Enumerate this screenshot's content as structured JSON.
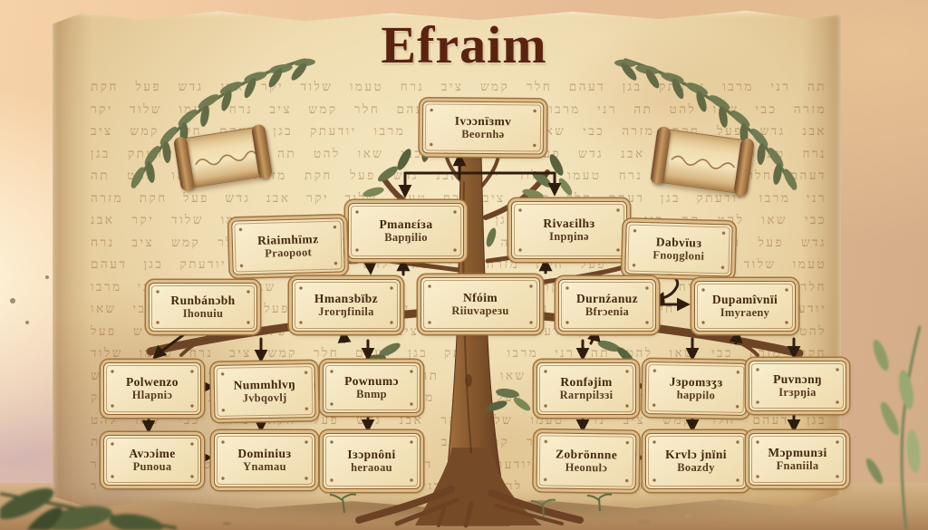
{
  "title": "Efraim",
  "background": {
    "script_sample": "תה רני מרבו יודעתק בגן דעהם חלר קמש ציב נרח טעמו שלוד יקר אבנ גדש פעל חקת מזרה כבי שאו להט"
  },
  "colors": {
    "parchment": "#eed9ac",
    "ink": "#43270e",
    "frame": "#a0733c",
    "leaf": "#68744a",
    "arrow": "#2e1d0e",
    "title_ink": "#5a2310"
  },
  "boxes": [
    {
      "l1": "Ivɔɔnïɜmv",
      "l2": "Beornhə"
    },
    {
      "l1": "Pmanɛíɜa",
      "l2": "Bapŋilio"
    },
    {
      "l1": "Rivaɛilhɜ",
      "l2": "Inpŋinə"
    },
    {
      "l1": "Riaimhïmz",
      "l2": "Praopoot"
    },
    {
      "l1": "Dabvïuɜ",
      "l2": "Fnoŋgloni"
    },
    {
      "l1": "Runbánɔbh",
      "l2": "Ihonuiu"
    },
    {
      "l1": "Hmanɜbïbz",
      "l2": "Jrorŋfinila"
    },
    {
      "l1": "Nfóim",
      "l2": "Riiuvapeɜu"
    },
    {
      "l1": "Durnźanuz",
      "l2": "Bfrɔenia"
    },
    {
      "l1": "Dupamîvnïi",
      "l2": "Imyraeny"
    },
    {
      "l1": "Polwenzo",
      "l2": "Hlapniɔ"
    },
    {
      "l1": "Nummhlvŋ",
      "l2": "Jvbqovlj"
    },
    {
      "l1": "Pownumɔ",
      "l2": "Bnmp"
    },
    {
      "l1": "Ronfəjim",
      "l2": "Rarnpilɜɜi"
    },
    {
      "l1": "Jɜpomɜʒɜ",
      "l2": "happilo"
    },
    {
      "l1": "Puvnɔnŋ",
      "l2": "Irɜpŋia"
    },
    {
      "l1": "Avɔɔime",
      "l2": "Punoua"
    },
    {
      "l1": "Dominiuɜ",
      "l2": "Ynamau"
    },
    {
      "l1": "Iɜɔpnôni",
      "l2": "heraoau"
    },
    {
      "l1": "Zobrönnne",
      "l2": "Heonulɔ"
    },
    {
      "l1": "Krvlɔ jnïni",
      "l2": "Boazdy"
    },
    {
      "l1": "Mɔpmunɜi",
      "l2": "Fnaniila"
    }
  ]
}
